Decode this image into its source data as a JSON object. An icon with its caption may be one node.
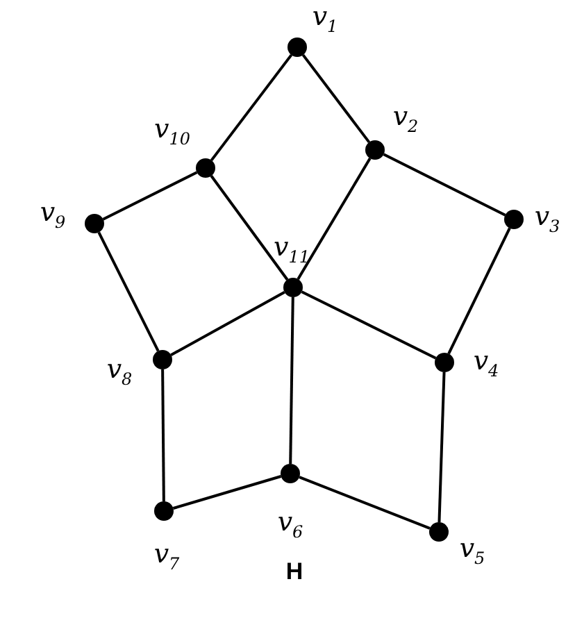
{
  "diagram": {
    "caption": "H",
    "nodes": [
      {
        "text": [],
        "shape": "circle",
        "beside": [
          "v$_{1}$"
        ]
      },
      {
        "text": [],
        "shape": "circle",
        "beside": [
          "v$_{2}$"
        ]
      },
      {
        "text": [],
        "shape": "circle",
        "beside": [
          "v$_{3}$"
        ]
      },
      {
        "text": [],
        "shape": "circle",
        "beside": [
          "v$_{4}$"
        ]
      },
      {
        "text": [],
        "shape": "circle",
        "beside": [
          "v$_{5}$"
        ]
      },
      {
        "text": [],
        "shape": "circle",
        "beside": [
          "v$_{6}$"
        ]
      },
      {
        "text": [],
        "shape": "circle",
        "beside": [
          "v$_{7}$"
        ]
      },
      {
        "text": [],
        "shape": "circle",
        "beside": [
          "v$_{8}$"
        ]
      },
      {
        "text": [],
        "shape": "circle",
        "beside": [
          "v$_{9}$"
        ]
      },
      {
        "text": [],
        "shape": "circle",
        "beside": [
          "v$_{10}$"
        ]
      },
      {
        "text": [],
        "shape": "circle",
        "beside": [
          "v$_{11}$"
        ]
      }
    ],
    "edges": [
      {
        "from": 0,
        "to": 1,
        "arrow": "none"
      },
      {
        "from": 0,
        "to": 9,
        "arrow": "none"
      },
      {
        "from": 1,
        "to": 2,
        "arrow": "none"
      },
      {
        "from": 1,
        "to": 10,
        "arrow": "none"
      },
      {
        "from": 2,
        "to": 3,
        "arrow": "none"
      },
      {
        "from": 3,
        "to": 10,
        "arrow": "none"
      },
      {
        "from": 3,
        "to": 4,
        "arrow": "none"
      },
      {
        "from": 4,
        "to": 5,
        "arrow": "none"
      },
      {
        "from": 5,
        "to": 6,
        "arrow": "none"
      },
      {
        "from": 5,
        "to": 10,
        "arrow": "none"
      },
      {
        "from": 6,
        "to": 7,
        "arrow": "none"
      },
      {
        "from": 7,
        "to": 10,
        "arrow": "none"
      },
      {
        "from": 7,
        "to": 8,
        "arrow": "none"
      },
      {
        "from": 8,
        "to": 9,
        "arrow": "none"
      },
      {
        "from": 9,
        "to": 10,
        "arrow": "none"
      }
    ]
  }
}
